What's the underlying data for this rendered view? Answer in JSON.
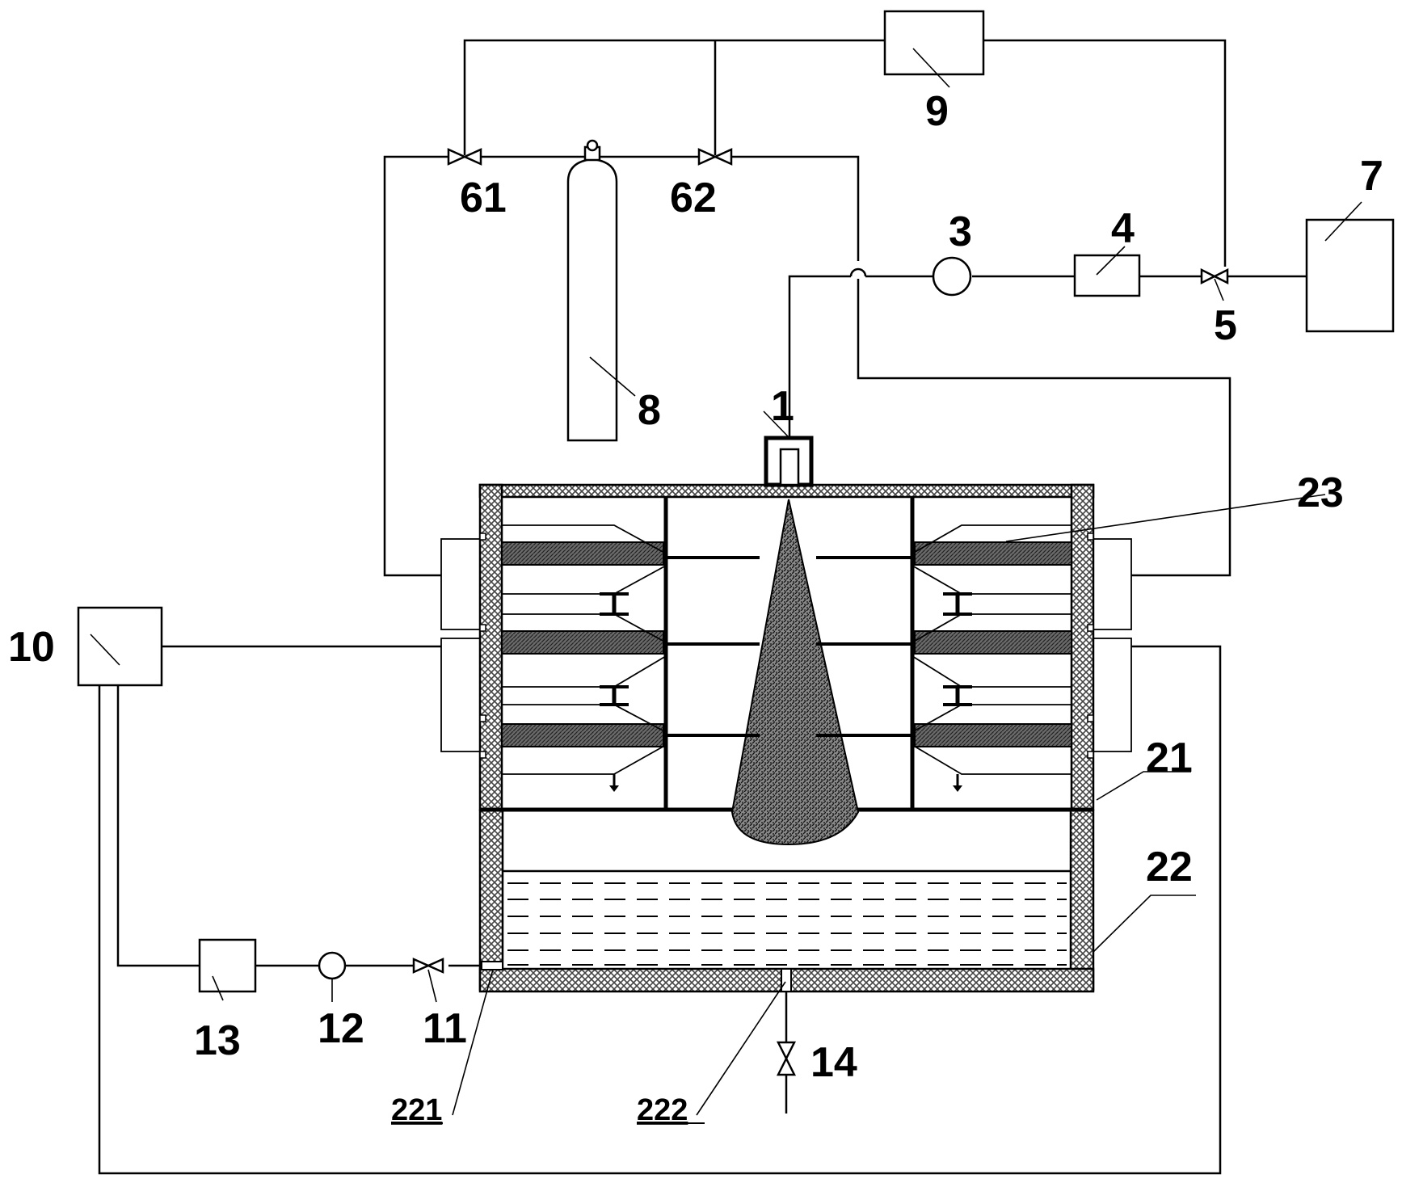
{
  "labels": {
    "nozzle": "1",
    "pump_3": "3",
    "unit_4": "4",
    "valve_5": "5",
    "valve_61": "61",
    "valve_62": "62",
    "tank_7": "7",
    "gas_cylinder_8": "8",
    "controller_9": "9",
    "controller_10": "10",
    "valve_11": "11",
    "pump_12": "12",
    "unit_13": "13",
    "valve_14": "14",
    "upper_chamber_21": "21",
    "lower_tank_22": "22",
    "plates_23": "23",
    "inlet_221": "221",
    "outlet_222": "222"
  },
  "colors": {
    "line": "#000000",
    "background": "#ffffff",
    "hatch": "#555555"
  }
}
